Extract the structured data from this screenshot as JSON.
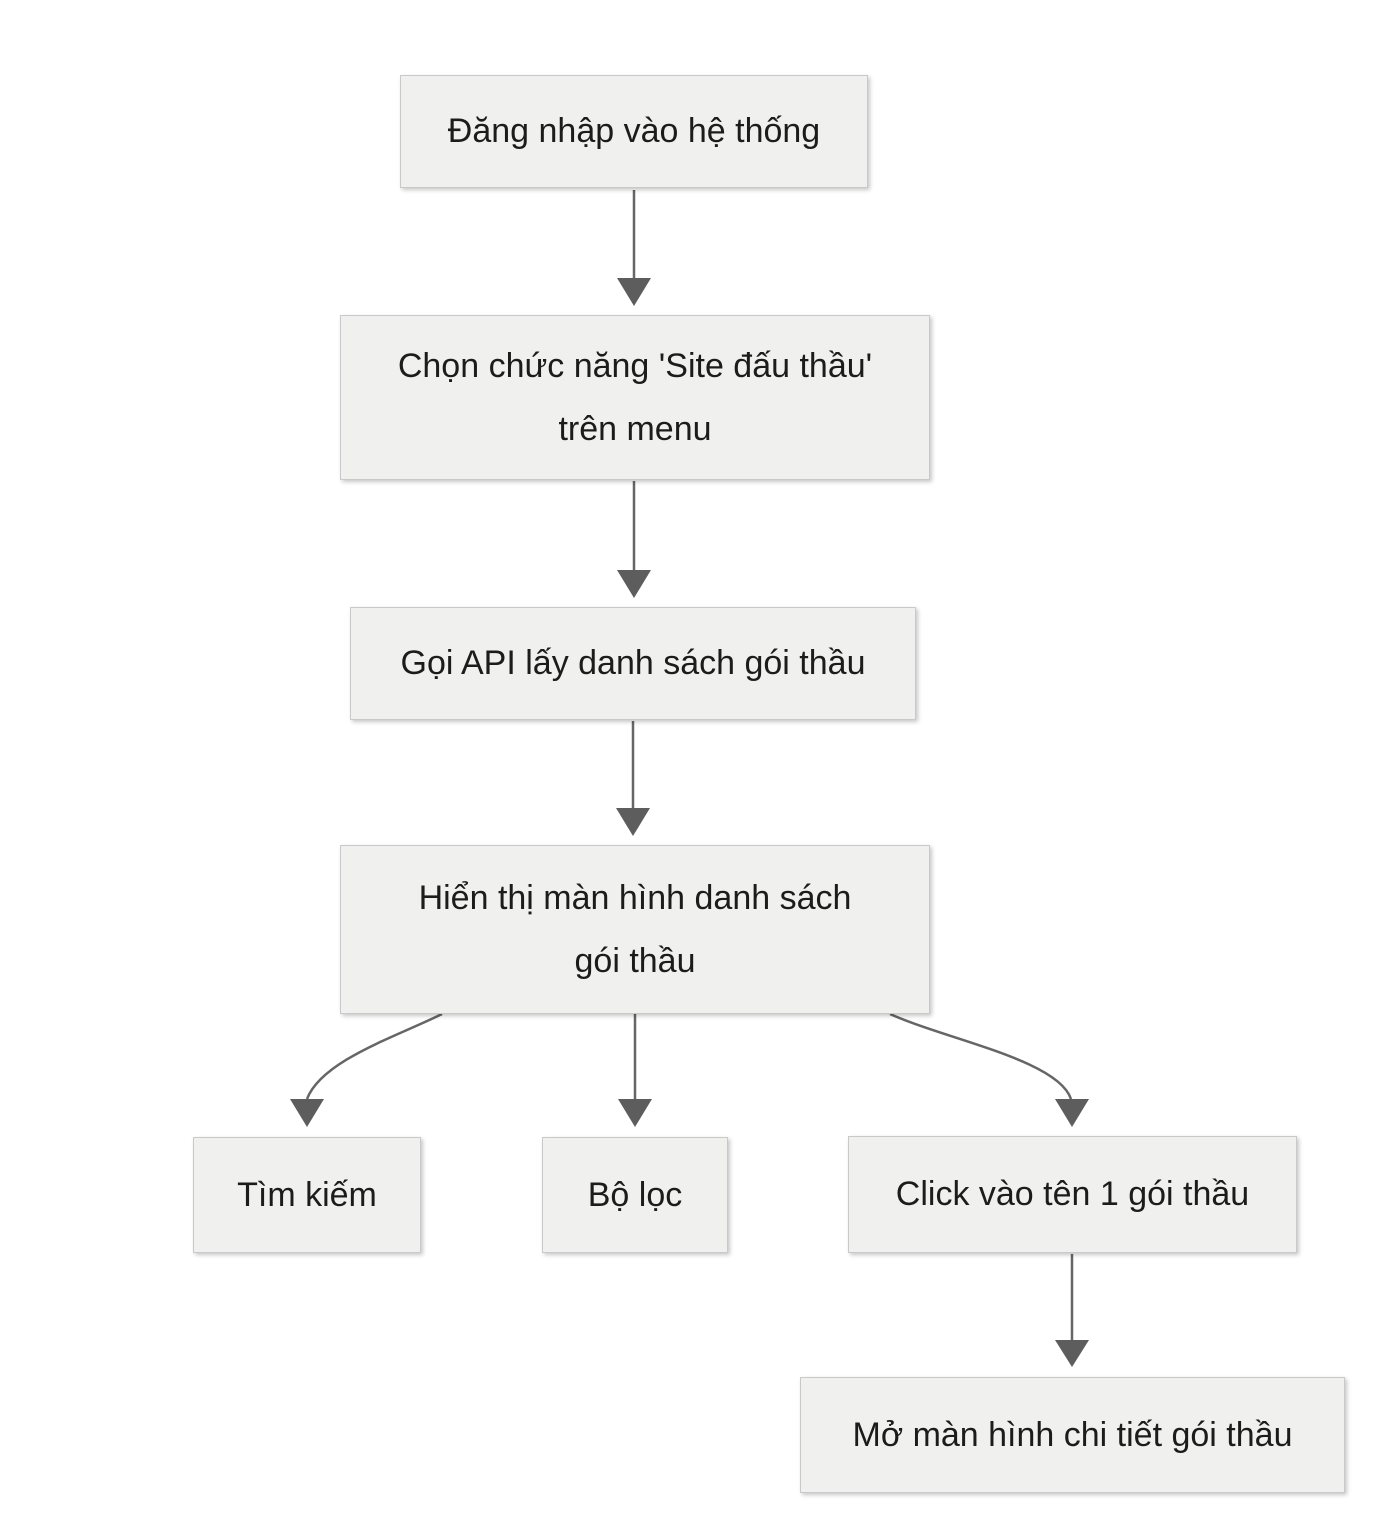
{
  "diagram": {
    "type": "flowchart",
    "background_color": "#ffffff",
    "node_fill_color": "#f0f0ef",
    "node_border_color": "#c9c9c9",
    "node_text_color": "#1c1c1c",
    "arrow_color": "#666666",
    "nodes": [
      {
        "id": "login",
        "label": "Đăng nhập vào hệ thống"
      },
      {
        "id": "select-menu",
        "label": "Chọn chức năng 'Site đấu thầu'\ntrên menu"
      },
      {
        "id": "call-api",
        "label": "Gọi API lấy danh sách gói thầu"
      },
      {
        "id": "display-list",
        "label": "Hiển thị màn hình danh sách\ngói thầu"
      },
      {
        "id": "search",
        "label": "Tìm kiếm"
      },
      {
        "id": "filter",
        "label": "Bộ lọc"
      },
      {
        "id": "click-package",
        "label": "Click vào tên 1 gói thầu"
      },
      {
        "id": "open-detail",
        "label": "Mở màn hình chi tiết gói thầu"
      }
    ],
    "edges": [
      {
        "from": "login",
        "to": "select-menu"
      },
      {
        "from": "select-menu",
        "to": "call-api"
      },
      {
        "from": "call-api",
        "to": "display-list"
      },
      {
        "from": "display-list",
        "to": "search"
      },
      {
        "from": "display-list",
        "to": "filter"
      },
      {
        "from": "display-list",
        "to": "click-package"
      },
      {
        "from": "click-package",
        "to": "open-detail"
      }
    ]
  }
}
